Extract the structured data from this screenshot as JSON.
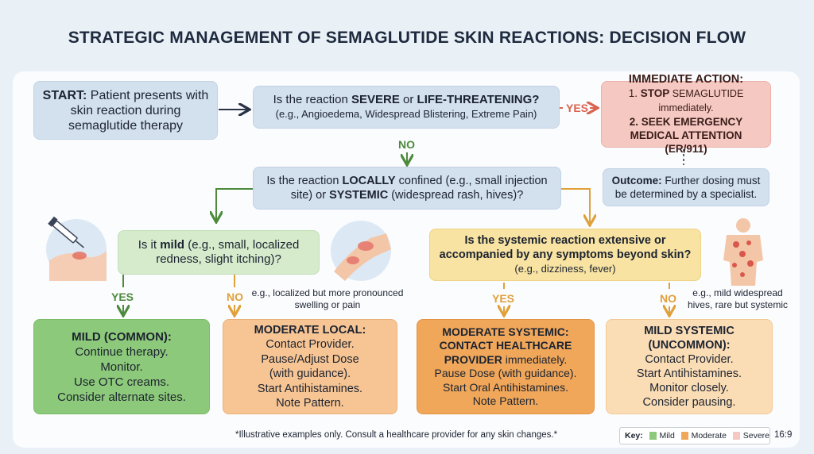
{
  "title": "STRATEGIC MANAGEMENT OF SEMAGLUTIDE SKIN REACTIONS: DECISION FLOW",
  "start": {
    "label": "START:",
    "text": " Patient presents with skin reaction during semaglutide therapy"
  },
  "q1": {
    "pre": "Is the reaction ",
    "bold1": "SEVERE",
    "mid": " or ",
    "bold2": "LIFE-THREATENING?",
    "example": "(e.g., Angioedema, Widespread Blistering, Extreme Pain)"
  },
  "yes_label": "YES",
  "no_label": "NO",
  "immediate": {
    "title": "IMMEDIATE ACTION:",
    "line1_num": "1. ",
    "line1_bold": "STOP",
    "line1_rest": " SEMAGLUTIDE immediately.",
    "line2": "2. SEEK EMERGENCY MEDICAL ATTENTION (ER/911)"
  },
  "outcome": {
    "label": "Outcome:",
    "text": " Further dosing must be determined by a specialist."
  },
  "q2": {
    "pre": "Is the reaction ",
    "bold1": "LOCALLY",
    "mid": " confined (e.g., small injection site) or ",
    "bold2": "SYSTEMIC",
    "post": " (widespread rash, hives)?"
  },
  "q3": {
    "pre": "Is it ",
    "bold": "mild",
    "post": " (e.g., small, localized redness, slight itching)?"
  },
  "q4": {
    "line1": "Is the systemic reaction extensive or accompanied by any symptoms beyond skin?",
    "example": "(e.g., dizziness, fever)"
  },
  "note_local": "e.g., localized but more pronounced swelling or pain",
  "note_systemic": "e.g., mild widespread hives, rare but systemic",
  "outcomes": [
    {
      "title": "MILD (COMMON):",
      "lines": "Continue therapy.\nMonitor.\nUse OTC creams.\nConsider alternate sites."
    },
    {
      "title": "MODERATE LOCAL:",
      "lines": "Contact Provider.\nPause/Adjust Dose\n(with guidance).\nStart Antihistamines.\nNote Pattern."
    },
    {
      "title": "MODERATE SYSTEMIC: CONTACT HEALTHCARE PROVIDER",
      "tail": " immediately.",
      "lines": "Pause Dose (with guidance).\nStart Oral Antihistamines.\nNote Pattern."
    },
    {
      "title": "MILD SYSTEMIC (UNCOMMON):",
      "lines": "Contact Provider.\nStart Antihistamines.\nMonitor closely.\nConsider pausing."
    }
  ],
  "footnote": "*Illustrative examples only. Consult a healthcare provider for any skin changes.*",
  "key": {
    "label": "Key:",
    "mild": "Mild",
    "moderate": "Moderate",
    "severe": "Severe"
  },
  "ratio": "16:9",
  "colors": {
    "mild": "#8dc97a",
    "moderate": "#f0a75a",
    "severe": "#f5c8c2",
    "arrow_dark": "#2a3346",
    "arrow_red": "#d9634f",
    "arrow_green": "#4c8a3c",
    "arrow_orange": "#e0a03a"
  }
}
